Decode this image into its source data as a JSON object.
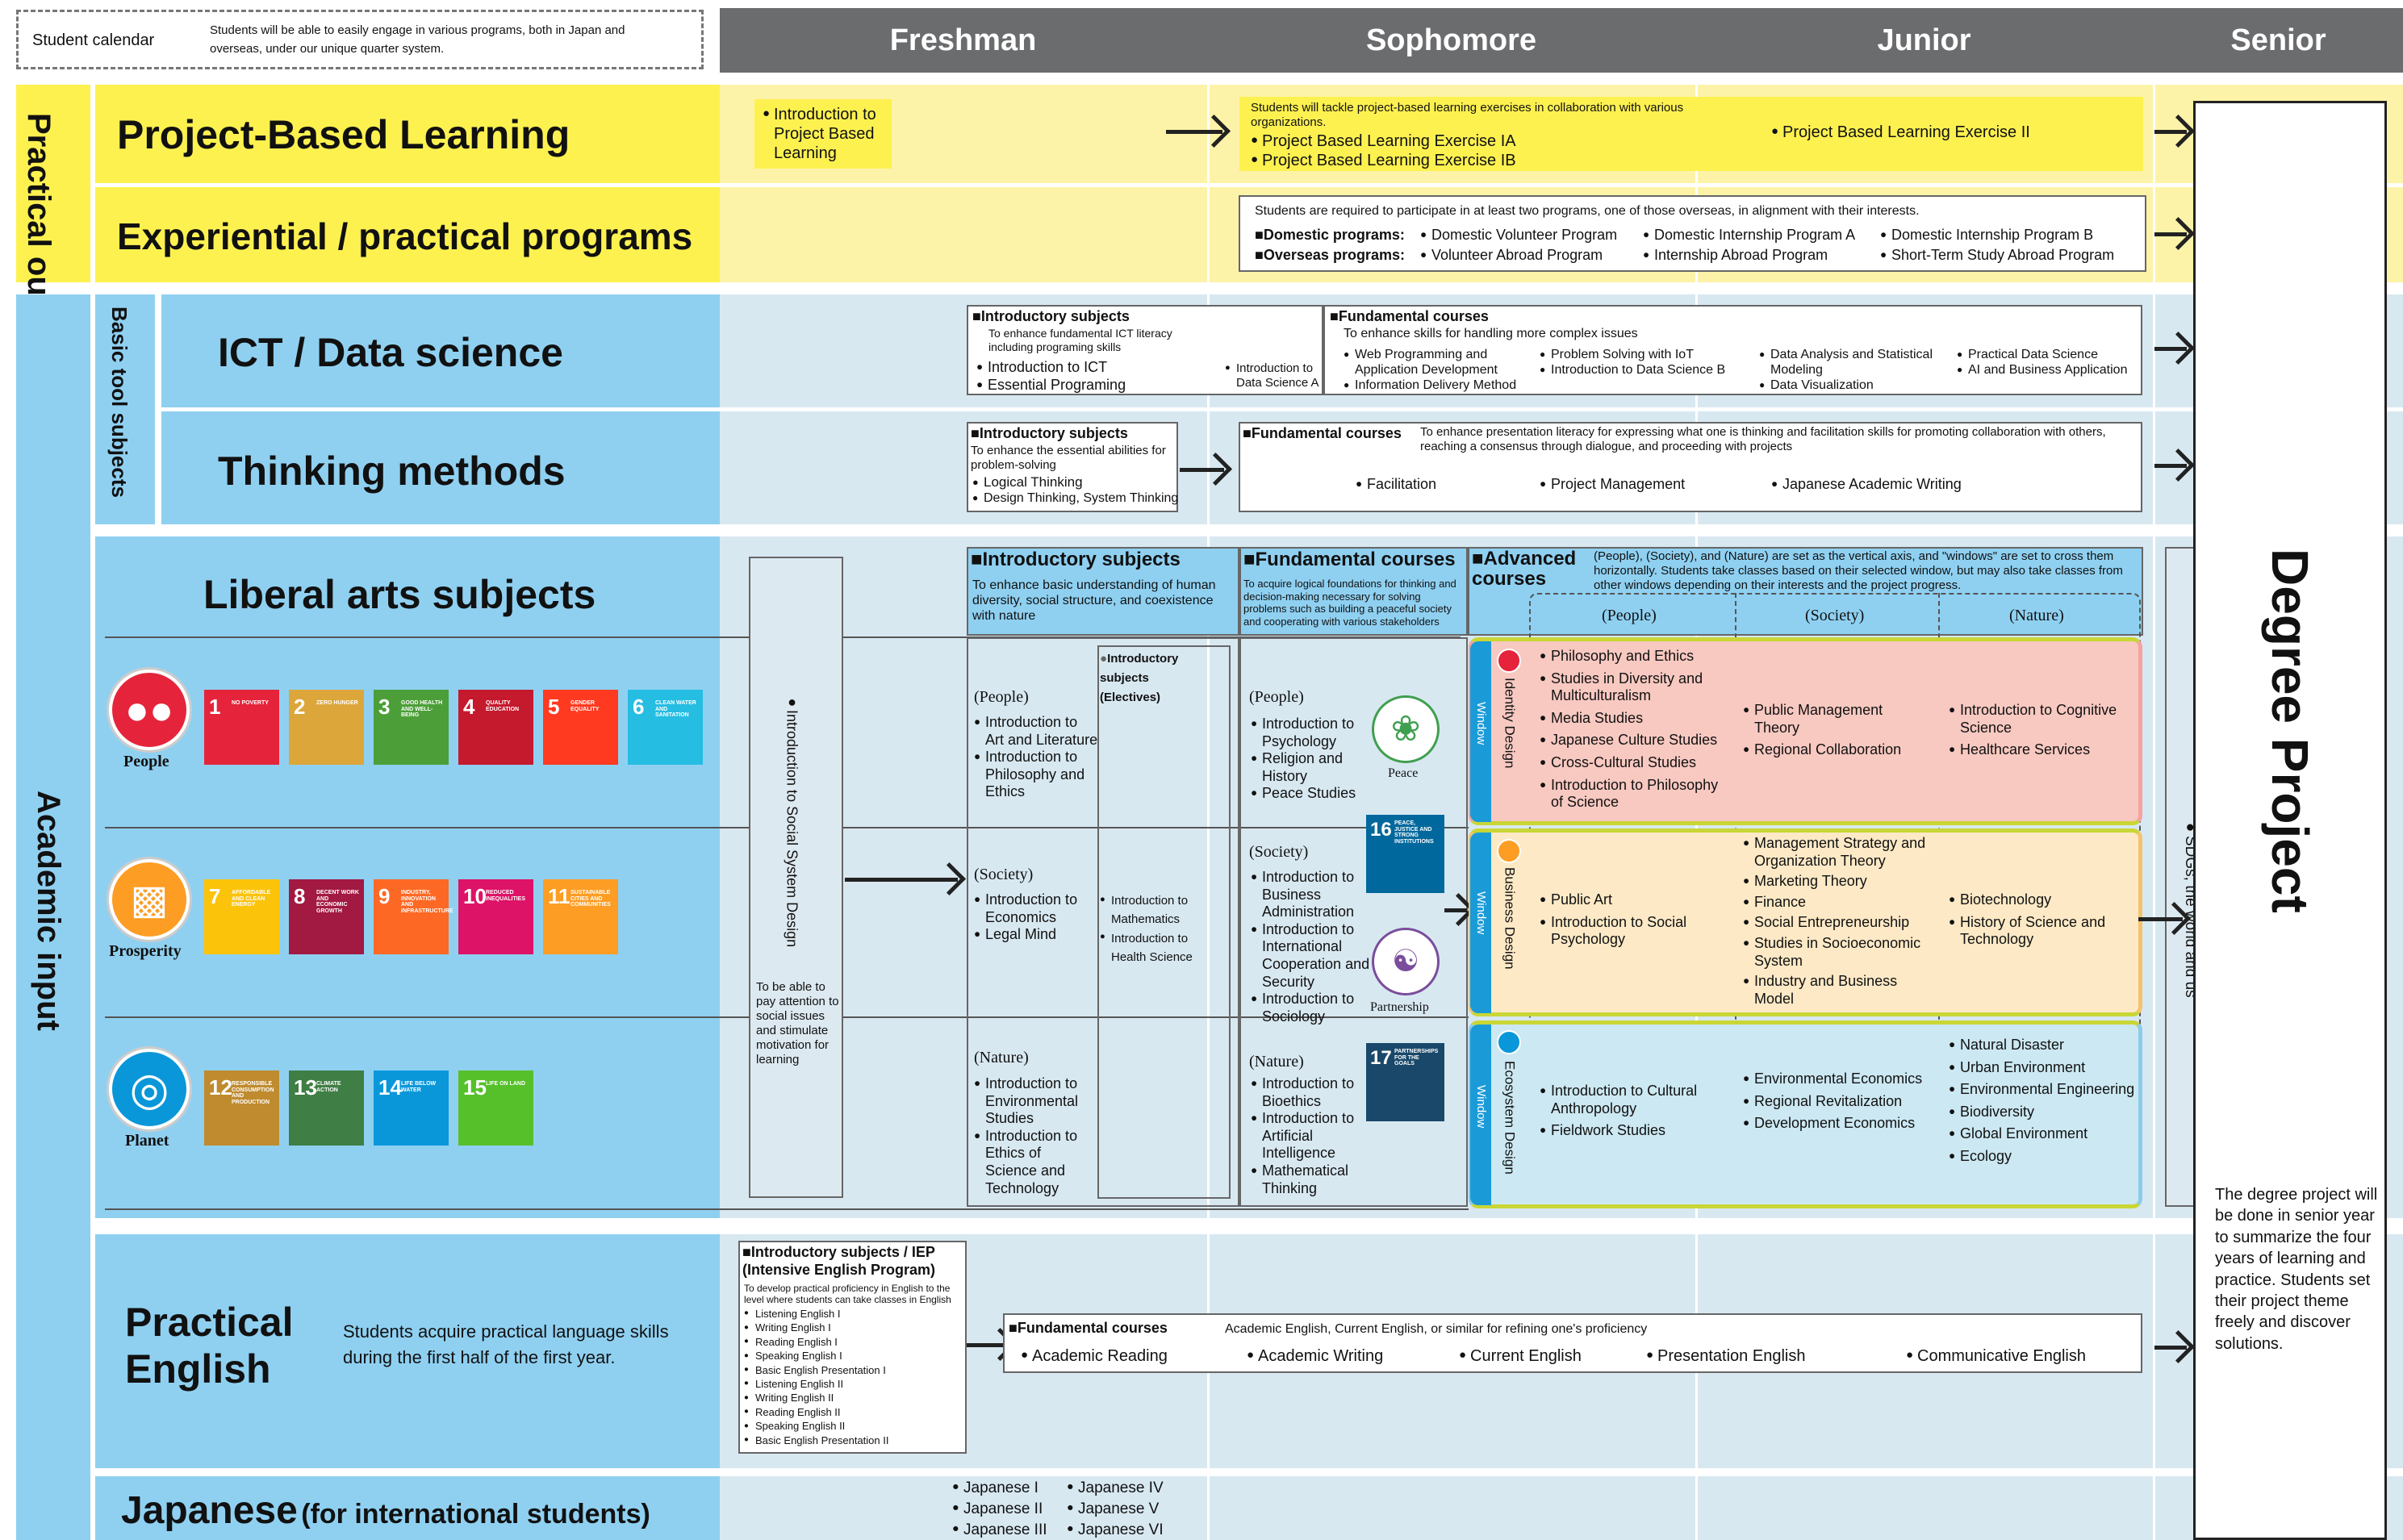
{
  "header": {
    "calendar_label": "Student calendar",
    "calendar_note": "Students will be able to easily engage in various programs, both in Japan and overseas, under our unique quarter system.",
    "years": [
      "Freshman",
      "Sophomore",
      "Junior",
      "Senior"
    ]
  },
  "sections": {
    "practical_output": "Practical output",
    "academic_input": "Academic input",
    "basic_tool": "Basic tool subjects"
  },
  "pbl": {
    "title": "Project-Based Learning",
    "intro": "Introduction to Project Based Learning",
    "note": "Students will tackle project-based learning exercises in collaboration with various organizations.",
    "ia": "Project Based Learning Exercise IA",
    "ib": "Project Based Learning Exercise IB",
    "ii": "Project Based Learning Exercise II"
  },
  "exp": {
    "title": "Experiential / practical programs",
    "note": "Students are required to participate in at least two programs, one of those overseas, in alignment with their interests.",
    "domestic_label": "Domestic programs:",
    "domestic": [
      "Domestic Volunteer Program",
      "Domestic Internship Program A",
      "Domestic Internship Program B"
    ],
    "overseas_label": "Overseas programs:",
    "overseas": [
      "Volunteer Abroad Program",
      "Internship Abroad Program",
      "Short-Term Study Abroad Program"
    ]
  },
  "ict": {
    "title": "ICT / Data science",
    "intro_head": "Introductory subjects",
    "intro_desc": "To enhance fundamental ICT literacy including programing skills",
    "intro_items": [
      "Introduction to ICT",
      "Essential Programing"
    ],
    "intro_ds": "Introduction to Data Science A",
    "fund_head": "Fundamental courses",
    "fund_desc": "To enhance skills for handling more complex issues",
    "col1": [
      "Web Programming and Application Development",
      "Information Delivery Method"
    ],
    "col2": [
      "Problem Solving with IoT",
      "Introduction to Data Science B"
    ],
    "col3": [
      "Data Analysis and Statistical Modeling",
      "Data Visualization"
    ],
    "col4": [
      "Practical Data Science",
      "AI and Business Application"
    ]
  },
  "thinking": {
    "title": "Thinking methods",
    "intro_head": "Introductory subjects",
    "intro_desc": "To enhance the essential abilities for problem-solving",
    "intro_items": [
      "Logical Thinking",
      "Design Thinking, System Thinking"
    ],
    "fund_head": "Fundamental courses",
    "fund_desc": "To enhance presentation literacy for expressing what one is thinking and facilitation skills for promoting collaboration with others, reaching a consensus through dialogue, and proceeding with projects",
    "items": [
      "Facilitation",
      "Project Management",
      "Japanese Academic Writing"
    ]
  },
  "liberal": {
    "title": "Liberal arts subjects",
    "social_design": "Introduction to Social System Design",
    "social_note": "To be able to pay attention to social issues and stimulate motivation for learning",
    "intro_head": "Introductory subjects",
    "intro_desc": "To enhance basic understanding of human diversity, social structure, and coexistence with nature",
    "intro_elective": "Introductory subjects (Electives)",
    "elective_items": [
      "Introduction to Mathematics",
      "Introduction to Health Science"
    ],
    "people_label": "(People)",
    "people_items": [
      "Introduction to Art and Literature",
      "Introduction to Philosophy and Ethics"
    ],
    "society_label": "(Society)",
    "society_items": [
      "Introduction to Economics",
      "Legal Mind"
    ],
    "nature_label": "(Nature)",
    "nature_items": [
      "Introduction to Environmental Studies",
      "Introduction to Ethics of Science and Technology"
    ],
    "fund_head": "Fundamental courses",
    "fund_desc": "To acquire logical foundations for thinking and decision-making necessary for solving problems such as building a peaceful society and cooperating with various stakeholders",
    "f_people": [
      "Introduction to Psychology",
      "Religion and History",
      "Peace Studies"
    ],
    "f_society": [
      "Introduction to Business Administration",
      "Introduction to International Cooperation and Security",
      "Introduction to Sociology"
    ],
    "f_nature": [
      "Introduction to Bioethics",
      "Introduction to Artificial Intelligence",
      "Mathematical Thinking"
    ],
    "peace": "Peace",
    "partnership": "Partnership",
    "adv_head": "Advanced courses",
    "adv_desc": "(People), (Society), and (Nature) are set as the vertical axis, and \"windows\" are set to cross them horizontally. Students take classes based on their selected window, but may also take classes from other windows depending on their interests and the project progress.",
    "window": "Window",
    "identity": "Identity Design",
    "business": "Business Design",
    "ecosystem": "Ecosystem Design",
    "id_people": [
      "Philosophy and Ethics",
      "Studies in Diversity and Multiculturalism",
      "Media Studies",
      "Japanese Culture Studies",
      "Cross-Cultural Studies",
      "Introduction to Philosophy of Science"
    ],
    "id_society": [
      "Public Management Theory",
      "Regional Collaboration"
    ],
    "id_nature": [
      "Introduction to Cognitive Science",
      "Healthcare Services"
    ],
    "bu_people": [
      "Public Art",
      "Introduction to Social Psychology"
    ],
    "bu_society": [
      "Management Strategy and Organization Theory",
      "Marketing Theory",
      "Finance",
      "Social Entrepreneurship",
      "Studies in Socioeconomic System",
      "Industry and Business Model"
    ],
    "bu_nature": [
      "Biotechnology",
      "History of Science and Technology"
    ],
    "ec_people": [
      "Introduction to Cultural Anthropology",
      "Fieldwork Studies"
    ],
    "ec_society": [
      "Environmental Economics",
      "Regional Revitalization",
      "Development Economics"
    ],
    "ec_nature": [
      "Natural Disaster",
      "Urban Environment",
      "Environmental Engineering",
      "Biodiversity",
      "Global Environment",
      "Ecology"
    ],
    "sdgs_world": "SDGs, the world and us"
  },
  "sdg_rows": {
    "people": "People",
    "prosperity": "Prosperity",
    "planet": "Planet"
  },
  "sdgs": [
    {
      "n": "1",
      "t": "NO POVERTY",
      "c": "#e5243b"
    },
    {
      "n": "2",
      "t": "ZERO HUNGER",
      "c": "#dda63a"
    },
    {
      "n": "3",
      "t": "GOOD HEALTH AND WELL-BEING",
      "c": "#4c9f38"
    },
    {
      "n": "4",
      "t": "QUALITY EDUCATION",
      "c": "#c5192d"
    },
    {
      "n": "5",
      "t": "GENDER EQUALITY",
      "c": "#ff3a21"
    },
    {
      "n": "6",
      "t": "CLEAN WATER AND SANITATION",
      "c": "#26bde2"
    },
    {
      "n": "7",
      "t": "AFFORDABLE AND CLEAN ENERGY",
      "c": "#fcc30b"
    },
    {
      "n": "8",
      "t": "DECENT WORK AND ECONOMIC GROWTH",
      "c": "#a21942"
    },
    {
      "n": "9",
      "t": "INDUSTRY, INNOVATION AND INFRASTRUCTURE",
      "c": "#fd6925"
    },
    {
      "n": "10",
      "t": "REDUCED INEQUALITIES",
      "c": "#dd1367"
    },
    {
      "n": "11",
      "t": "SUSTAINABLE CITIES AND COMMUNITIES",
      "c": "#fd9d24"
    },
    {
      "n": "12",
      "t": "RESPONSIBLE CONSUMPTION AND PRODUCTION",
      "c": "#bf8b2e"
    },
    {
      "n": "13",
      "t": "CLIMATE ACTION",
      "c": "#3f7e44"
    },
    {
      "n": "14",
      "t": "LIFE BELOW WATER",
      "c": "#0a97d9"
    },
    {
      "n": "15",
      "t": "LIFE ON LAND",
      "c": "#56c02b"
    },
    {
      "n": "16",
      "t": "PEACE, JUSTICE AND STRONG INSTITUTIONS",
      "c": "#00689d"
    },
    {
      "n": "17",
      "t": "PARTNERSHIPS FOR THE GOALS",
      "c": "#19486a"
    }
  ],
  "english": {
    "title1": "Practical",
    "title2": "English",
    "desc": "Students acquire practical language skills during the first half of the first year.",
    "intro_head": "Introductory subjects / IEP (Intensive English Program)",
    "intro_desc": "To develop practical proficiency in English to the level where students can take classes in English",
    "items": [
      "Listening English I",
      "Writing English I",
      "Reading English I",
      "Speaking English I",
      "Basic English Presentation I",
      "Listening English II",
      "Writing English II",
      "Reading English II",
      "Speaking English II",
      "Basic English Presentation II"
    ],
    "fund_head": "Fundamental courses",
    "fund_desc": "Academic English, Current English, or similar for refining one's proficiency",
    "fund_items": [
      "Academic Reading",
      "Academic Writing",
      "Current English",
      "Presentation English",
      "Communicative English"
    ]
  },
  "japanese": {
    "title": "Japanese",
    "sub": "(for international students)",
    "items": [
      "Japanese I",
      "Japanese IV",
      "Japanese II",
      "Japanese V",
      "Japanese III",
      "Japanese VI"
    ]
  },
  "degree": {
    "title": "Degree Project",
    "desc": "The degree project will be done in senior year to summarize the four years of learning and practice. Students set their project theme freely and discover solutions."
  },
  "columns": {
    "people": "(People)",
    "society": "(Society)",
    "nature": "(Nature)"
  }
}
